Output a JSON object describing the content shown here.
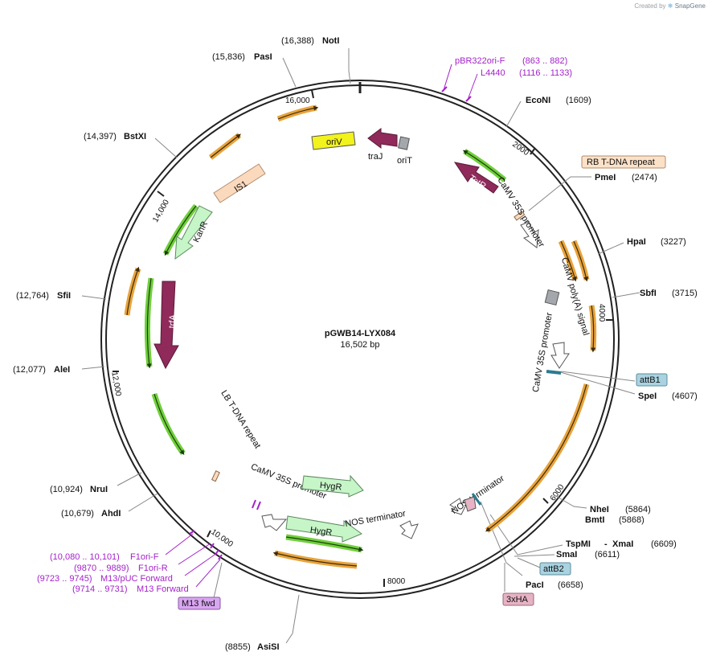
{
  "credit": {
    "prefix": "Created by",
    "brand": "SnapGene"
  },
  "plasmid": {
    "name": "pGWB14-LYX084",
    "size": "16,502 bp",
    "length": 16502
  },
  "ticks": [
    "16,000",
    "2000",
    "4000",
    "6000",
    "8000",
    "10,000",
    "12,000",
    "14,000"
  ],
  "sites": [
    {
      "name": "NotI",
      "pos": "(16,388)"
    },
    {
      "name": "PasI",
      "pos": "(15,836)"
    },
    {
      "name": "BstXI",
      "pos": "(14,397)"
    },
    {
      "name": "SfiI",
      "pos": "(12,764)"
    },
    {
      "name": "AleI",
      "pos": "(12,077)"
    },
    {
      "name": "NruI",
      "pos": "(10,924)"
    },
    {
      "name": "AhdI",
      "pos": "(10,679)"
    },
    {
      "name": "AsiSI",
      "pos": "(8855)"
    },
    {
      "name": "EcoNI",
      "pos": "(1609)"
    },
    {
      "name": "PmeI",
      "pos": "(2474)"
    },
    {
      "name": "HpaI",
      "pos": "(3227)"
    },
    {
      "name": "SbfI",
      "pos": "(3715)"
    },
    {
      "name": "SpeI",
      "pos": "(4607)"
    },
    {
      "name": "NheI",
      "pos": "(5864)"
    },
    {
      "name": "BmtI",
      "pos": "(5868)"
    },
    {
      "name": "TspMI",
      "pos": "(6609)"
    },
    {
      "name": "XmaI",
      "pos": "(6609)"
    },
    {
      "name": "SmaI",
      "pos": "(6611)"
    },
    {
      "name": "PacI",
      "pos": "(6658)"
    }
  ],
  "primers": [
    {
      "name": "pBR322ori-F",
      "range": "(863 .. 882)"
    },
    {
      "name": "L4440",
      "range": "(1116 .. 1133)"
    },
    {
      "name": "F1ori-F",
      "range": "(10,080 .. 10,101)"
    },
    {
      "name": "F1ori-R",
      "range": "(9870 .. 9889)"
    },
    {
      "name": "M13/pUC Forward",
      "range": "(9723 .. 9745)"
    },
    {
      "name": "M13 Forward",
      "range": "(9714 .. 9731)"
    }
  ],
  "boxes": {
    "rb_repeat": "RB T-DNA repeat",
    "attB1": "attB1",
    "attB2": "attB2",
    "ha": "3xHA",
    "m13fwd": "M13 fwd"
  },
  "features": {
    "oriV": "oriV",
    "traJ": "traJ",
    "oriT": "oriT",
    "TetR": "TetR",
    "IS1": "IS1",
    "KanR": "KanR",
    "trfA": "trfA",
    "HygR1": "HygR",
    "HygR2": "HygR",
    "camv_promoter_right": "CaMV 35S promoter",
    "camv_polyA": "CaMV poly(A) signal",
    "camv_promoter_right2": "CaMV 35S promoter",
    "lb_repeat": "LB T-DNA repeat",
    "camv_promoter_bottom": "CaMV 35S promoter",
    "nos_term_bottom": "NOS terminator",
    "nos_term_right": "NOS terminator"
  },
  "colors": {
    "backbone": "#222222",
    "primer": "#a322c9",
    "orange_arrow": "#e8a33a",
    "green_arrow": "#6fcf3b",
    "maroon": "#8f2a5a",
    "oriV": "#f2f21c",
    "is1": "#fbd9bd",
    "resistance": "#c6f5c8",
    "attb": "#a9d3e0",
    "ha": "#e7b3c4",
    "m13": "#d9a6f1"
  }
}
